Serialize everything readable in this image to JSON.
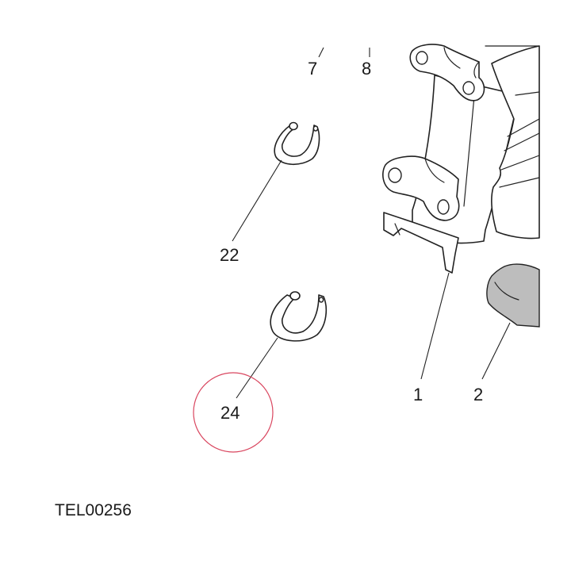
{
  "callouts": {
    "part_7": "7",
    "part_8": "8",
    "part_22": "22",
    "part_24": "24",
    "part_1": "1",
    "part_2": "2"
  },
  "reference_code": "TEL00256",
  "highlight": {
    "target": "24",
    "color": "#d9465f"
  },
  "colors": {
    "line": "#222222",
    "background": "#ffffff"
  }
}
